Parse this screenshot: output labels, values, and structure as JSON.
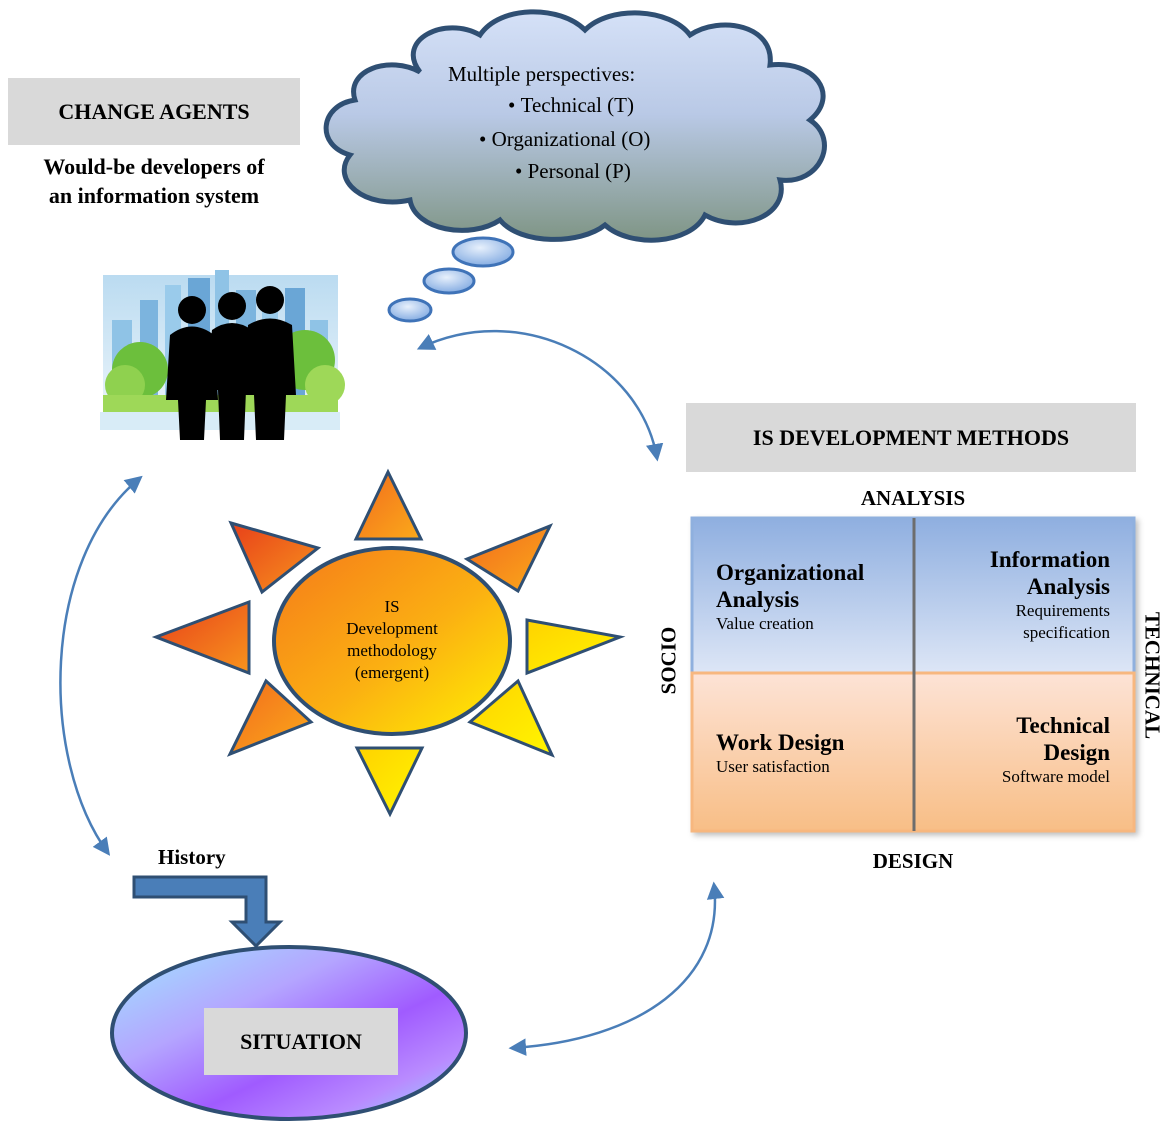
{
  "change_agents": {
    "label": "CHANGE AGENTS",
    "caption_line1": "Would-be developers of",
    "caption_line2": "an information system"
  },
  "cloud": {
    "heading": "Multiple perspectives:",
    "items": [
      "Technical (T)",
      "Organizational (O)",
      "Personal (P)"
    ]
  },
  "sun": {
    "line1": "IS",
    "line2": "Development",
    "line3": "methodology",
    "line4": "(emergent)"
  },
  "methods": {
    "label": "IS DEVELOPMENT METHODS",
    "axis_top": "ANALYSIS",
    "axis_bottom": "DESIGN",
    "axis_left": "SOCIO",
    "axis_right": "TECHNICAL",
    "quadrants": [
      {
        "title_line1": "Organizational",
        "title_line2": "Analysis",
        "sub_line1": "Value creation",
        "sub_line2": ""
      },
      {
        "title_line1": "Information",
        "title_line2": "Analysis",
        "sub_line1": "Requirements",
        "sub_line2": "specification"
      },
      {
        "title_line1": "Work Design",
        "title_line2": "",
        "sub_line1": "User satisfaction",
        "sub_line2": ""
      },
      {
        "title_line1": "Technical",
        "title_line2": "Design",
        "sub_line1": "Software model",
        "sub_line2": ""
      }
    ]
  },
  "history": {
    "label": "History"
  },
  "situation": {
    "label": "SITUATION"
  },
  "colors": {
    "gray_box": "#d9d9d9",
    "arrow_blue": "#4a7eb8",
    "cloud_top": "#c9d8f2",
    "cloud_bottom": "#8a9b8f",
    "quad_blue": "#a9bfe3",
    "quad_peach": "#f7c49a"
  }
}
